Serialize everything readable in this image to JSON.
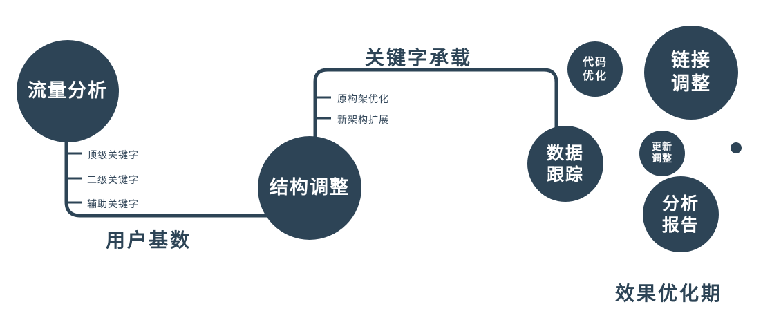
{
  "colors": {
    "primary": "#2d4456",
    "text_on_node": "#ffffff"
  },
  "nodes": {
    "traffic_analysis": {
      "label": "流量分析"
    },
    "structure_adjustment": {
      "label": "结构调整"
    },
    "data_tracking": {
      "line1": "数据",
      "line2": "跟踪"
    },
    "code_optimization": {
      "line1": "代码",
      "line2": "优化"
    },
    "link_adjustment": {
      "line1": "链接",
      "line2": "调整"
    },
    "update_adjustment": {
      "line1": "更新",
      "line2": "调整"
    },
    "analysis_report": {
      "line1": "分析",
      "line2": "报告"
    }
  },
  "edge_labels": {
    "user_base": "用户基数",
    "keyword_load": "关键字承载",
    "effect_phase": "效果优化期"
  },
  "branch_labels": {
    "left": [
      "顶级关键字",
      "二级关键字",
      "辅助关键字"
    ],
    "middle": [
      "原构架优化",
      "新架构扩展"
    ]
  }
}
